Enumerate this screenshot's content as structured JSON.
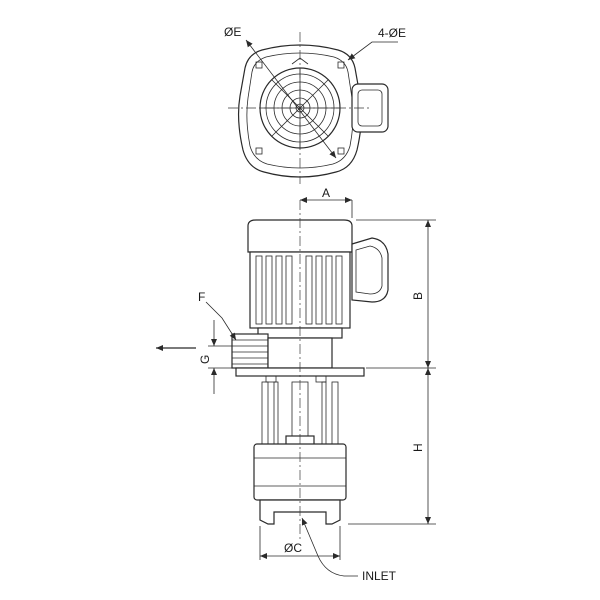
{
  "diagram": {
    "labels": {
      "phi_e": "ØE",
      "four_phi_e": "4-ØE",
      "a": "A",
      "b": "B",
      "f": "F",
      "g": "G",
      "h": "H",
      "phi_c": "ØC",
      "inlet": "INLET"
    },
    "colors": {
      "line": "#2a2a2a",
      "background": "#ffffff"
    }
  }
}
